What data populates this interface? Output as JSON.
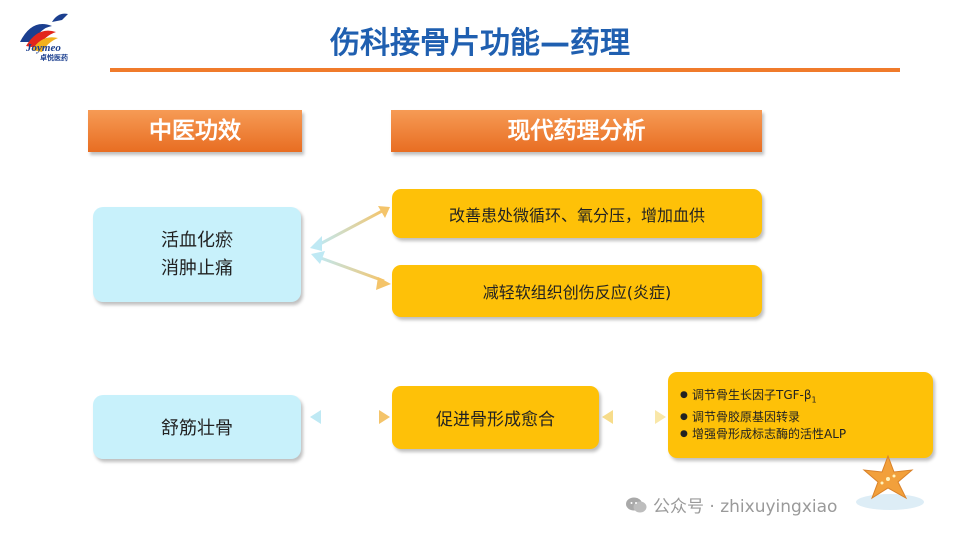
{
  "logo": {
    "brand": "Joymeo",
    "sub": "卓悦医药"
  },
  "title": "伤科接骨片功能—药理",
  "headers": {
    "tcm": "中医功效",
    "modern": "现代药理分析"
  },
  "tcm_effects": {
    "first_line1": "活血化瘀",
    "first_line2": "消肿止痛",
    "second": "舒筋壮骨"
  },
  "pharmacology": {
    "circulation": "改善患处微循环、氧分压，增加血供",
    "inflammation": "减轻软组织创伤反应(炎症)",
    "healing": "促进骨形成愈合",
    "mechanisms": {
      "item1": "调节骨生长因子TGF-β",
      "item1_sub": "1",
      "item2": "调节骨胶原基因转录",
      "item3": "增强骨形成标志酶的活性ALP"
    }
  },
  "watermark": {
    "text": "公众号 · zhixuyingxiao",
    "icon": "wechat-icon"
  },
  "colors": {
    "title": "#1f5fb0",
    "header": "#ec7a2c",
    "blue_box": "#c8f1fb",
    "yellow_box": "#fec108",
    "rule": "#f07b2b"
  }
}
